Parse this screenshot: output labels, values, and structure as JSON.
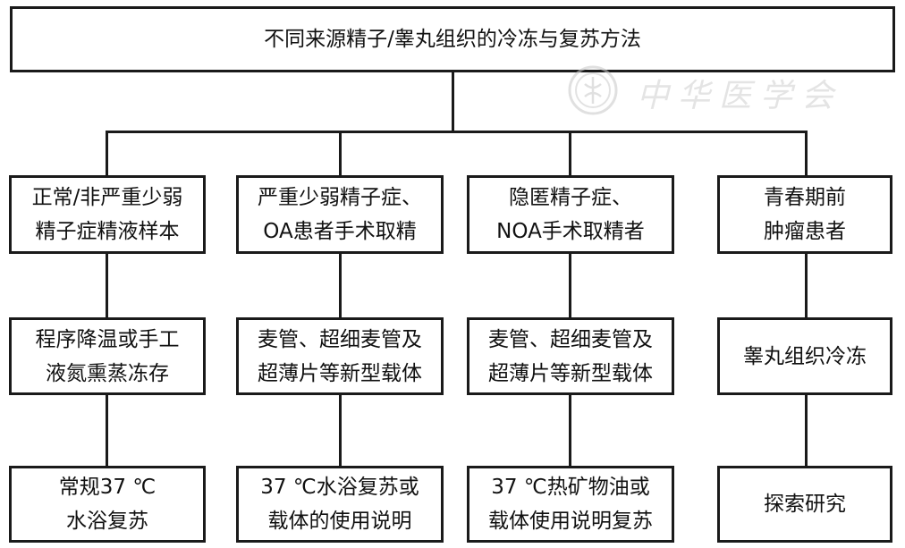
{
  "root": {
    "text": "不同来源精子/睾丸组织的冷冻与复苏方法"
  },
  "watermark": {
    "text": "中华医学会",
    "icon": "seal-logo-icon"
  },
  "columns": [
    {
      "source": "正常/非严重少弱\n精子症精液样本",
      "freeze": "程序降温或手工\n液氮熏蒸冻存",
      "thaw": "常规37 ℃\n水浴复苏"
    },
    {
      "source": "严重少弱精子症、\nOA患者手术取精",
      "freeze": "麦管、超细麦管及\n超薄片等新型载体",
      "thaw": "37 ℃水浴复苏或\n载体的使用说明"
    },
    {
      "source": "隐匿精子症、\nNOA手术取精者",
      "freeze": "麦管、超细麦管及\n超薄片等新型载体",
      "thaw": "37 ℃热矿物油或\n载体使用说明复苏"
    },
    {
      "source": "青春期前\n肿瘤患者",
      "freeze": "睾丸组织冷冻",
      "thaw": "探索研究"
    }
  ]
}
